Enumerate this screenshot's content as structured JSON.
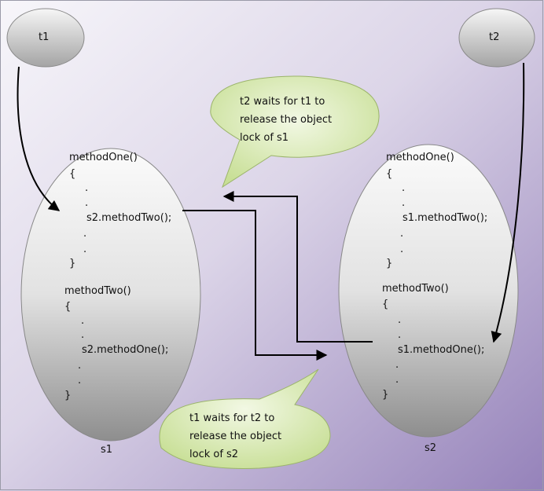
{
  "threads": {
    "t1": "t1",
    "t2": "t2"
  },
  "objects": {
    "s1": "s1",
    "s2": "s2"
  },
  "s1_code": {
    "method_one_header": "methodOne()",
    "open1": "{",
    "dot_a": ".",
    "dot_b": ".",
    "call": "s2.methodTwo();",
    "dot_c": ".",
    "dot_d": ".",
    "close1": "}",
    "method_two_header": "methodTwo()",
    "open2": "{",
    "dot_e": ".",
    "dot_f": ".",
    "call2": "s2.methodOne();",
    "dot_g": ".",
    "dot_h": ".",
    "close2": "}"
  },
  "s2_code": {
    "method_one_header": "methodOne()",
    "open1": "{",
    "dot_a": ".",
    "dot_b": ".",
    "call": "s1.methodTwo();",
    "dot_c": ".",
    "dot_d": ".",
    "close1": "}",
    "method_two_header": "methodTwo()",
    "open2": "{",
    "dot_e": ".",
    "dot_f": ".",
    "call2": "s1.methodOne();",
    "dot_g": ".",
    "dot_h": ".",
    "close2": "}"
  },
  "callouts": {
    "top": [
      "t2 waits for t1 to",
      "release the object",
      "lock of s1"
    ],
    "bottom": [
      "t1 waits for t2 to",
      "release the object",
      "lock of s2"
    ]
  },
  "colors": {
    "background_light": "#efedf4",
    "background_dark": "#9f8cc0",
    "callout_fill": "#d8e9b4"
  }
}
